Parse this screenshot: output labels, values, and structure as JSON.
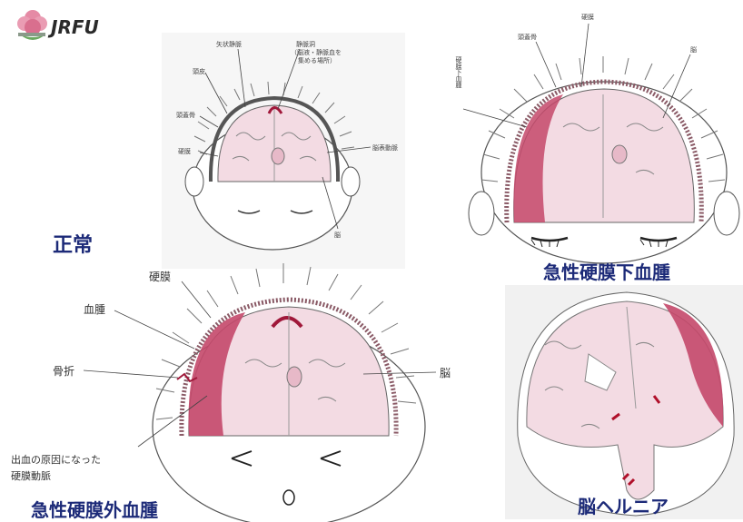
{
  "logo": {
    "text": "JRFU"
  },
  "normal": {
    "title": "正常",
    "labels": {
      "l1": "矢状静脈",
      "l2": "静脈洞",
      "l3": "（脳液・静脈血を",
      "l4": "集める場所）",
      "l5": "頭皮",
      "l6": "頭蓋骨",
      "l7": "硬膜",
      "l8": "脳表動脈",
      "l9": "脳"
    }
  },
  "subdural": {
    "title": "急性硬膜下血腫",
    "labels": {
      "a": "硬膜",
      "b": "頭蓋骨",
      "c": "硬膜下血腫",
      "d": "脳"
    }
  },
  "epidural": {
    "title": "急性硬膜外血腫",
    "labels": {
      "dura": "硬膜",
      "hematoma": "血腫",
      "fracture": "骨折",
      "brain": "脳",
      "cause1": "出血の原因になった",
      "cause2": "硬膜動脈"
    }
  },
  "herniation": {
    "title": "脳ヘルニア"
  },
  "colors": {
    "title": "#1c2a78",
    "brain": "#f3dbe3",
    "hematoma": "#c4486a",
    "line": "#333333",
    "skin": "#ffffff",
    "panel_bg": "#f1f1f1"
  }
}
